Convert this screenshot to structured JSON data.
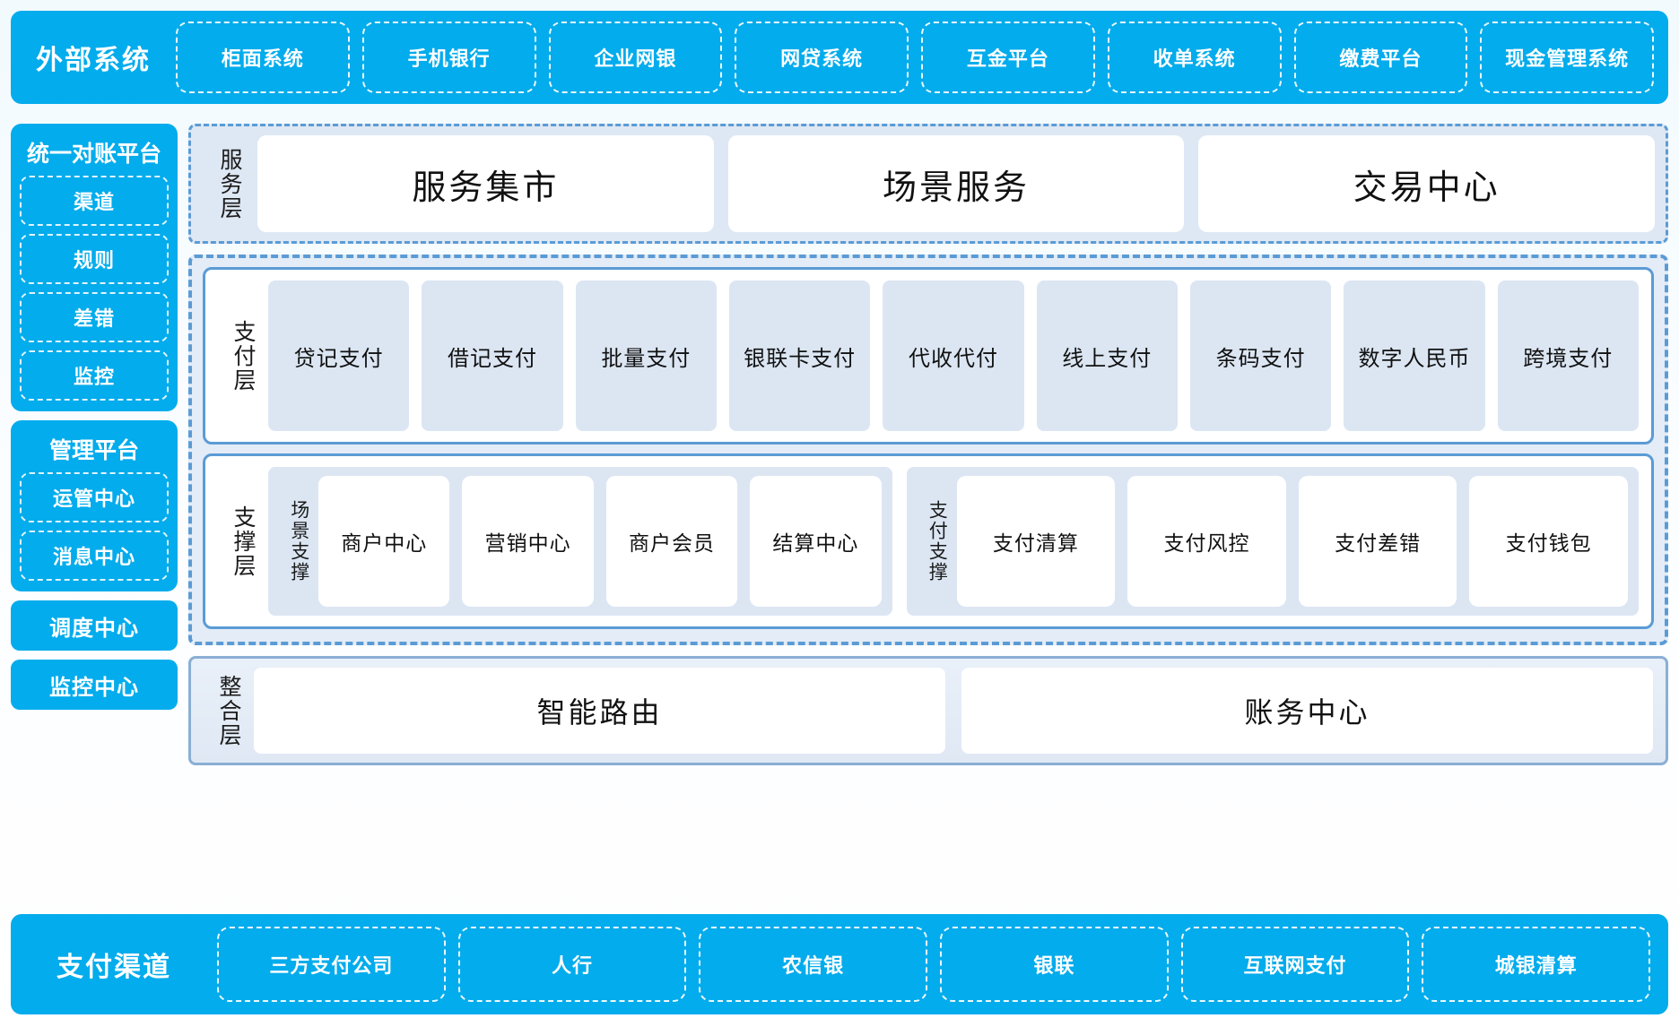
{
  "top_banner": {
    "title": "外部系统",
    "items": [
      "柜面系统",
      "手机银行",
      "企业网银",
      "网贷系统",
      "互金平台",
      "收单系统",
      "缴费平台",
      "现金管理系统"
    ]
  },
  "sidebar": {
    "recon_platform": {
      "title": "统一对账平台",
      "items": [
        "渠道",
        "规则",
        "差错",
        "监控"
      ]
    },
    "admin_platform": {
      "title": "管理平台",
      "items": [
        "运管中心",
        "消息中心"
      ]
    },
    "standalone": [
      "调度中心",
      "监控中心"
    ]
  },
  "service_layer": {
    "label": "服务层",
    "cards": [
      "服务集市",
      "场景服务",
      "交易中心"
    ]
  },
  "payment_layer": {
    "label": "支付层",
    "cards": [
      "贷记支付",
      "借记支付",
      "批量支付",
      "银联卡支付",
      "代收代付",
      "线上支付",
      "条码支付",
      "数字人民币",
      "跨境支付"
    ]
  },
  "support_layer": {
    "label": "支撑层",
    "groups": [
      {
        "label": "场景支撑",
        "cards": [
          "商户中心",
          "营销中心",
          "商户会员",
          "结算中心"
        ]
      },
      {
        "label": "支付支撑",
        "cards": [
          "支付清算",
          "支付风控",
          "支付差错",
          "支付钱包"
        ]
      }
    ]
  },
  "integration_layer": {
    "label": "整合层",
    "cards": [
      "智能路由",
      "账务中心"
    ]
  },
  "bottom_banner": {
    "title": "支付渠道",
    "items": [
      "三方支付公司",
      "人行",
      "农信银",
      "银联",
      "互联网支付",
      "城银清算"
    ]
  },
  "colors": {
    "brand_cyan": "#03ACEC",
    "panel_blue": "#5B9BD5",
    "card_fill": "#dce6f3",
    "layer_bg": "#dfe9f5"
  }
}
